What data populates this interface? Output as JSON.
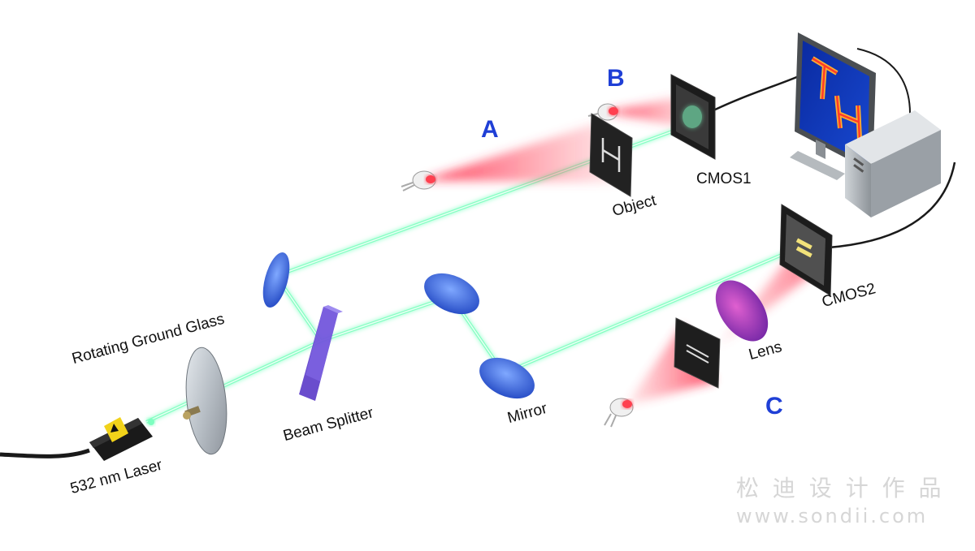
{
  "labels": {
    "a": "A",
    "b": "B",
    "c": "C",
    "object": "Object",
    "cmos1": "CMOS1",
    "cmos2": "CMOS2",
    "lens": "Lens",
    "mirror": "Mirror",
    "beam_splitter": "Beam Splitter",
    "rotating_ground_glass": "Rotating Ground Glass",
    "laser": "532 nm Laser"
  },
  "watermark": {
    "title": "松 迪 设 计 作 品",
    "url": "www.sondii.com"
  },
  "colors": {
    "beam_green": "#7dffc0",
    "led_red": "#ff3b4a",
    "optic_blue": "#3a6fe0",
    "label_blue": "#1f3fd6"
  }
}
